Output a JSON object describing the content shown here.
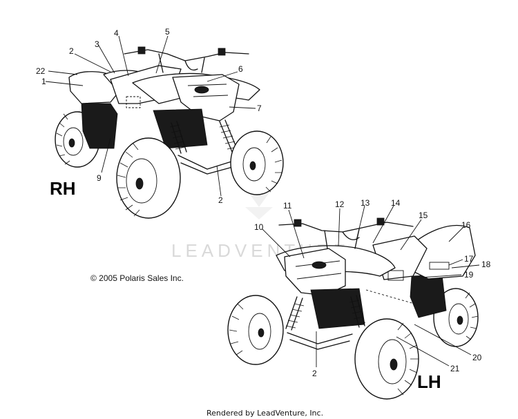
{
  "diagram": {
    "views": [
      {
        "id": "rh",
        "label": "RH",
        "callouts": [
          "22",
          "1",
          "2",
          "3",
          "4",
          "5",
          "6",
          "7",
          "9",
          "2"
        ]
      },
      {
        "id": "lh",
        "label": "LH",
        "callouts": [
          "10",
          "11",
          "12",
          "13",
          "14",
          "15",
          "16",
          "17",
          "18",
          "19",
          "20",
          "21",
          "2"
        ]
      }
    ],
    "copyright": "© 2005 Polaris Sales Inc.",
    "watermark": "LEADVENTURE",
    "footer": "Rendered by LeadVenture, Inc."
  }
}
